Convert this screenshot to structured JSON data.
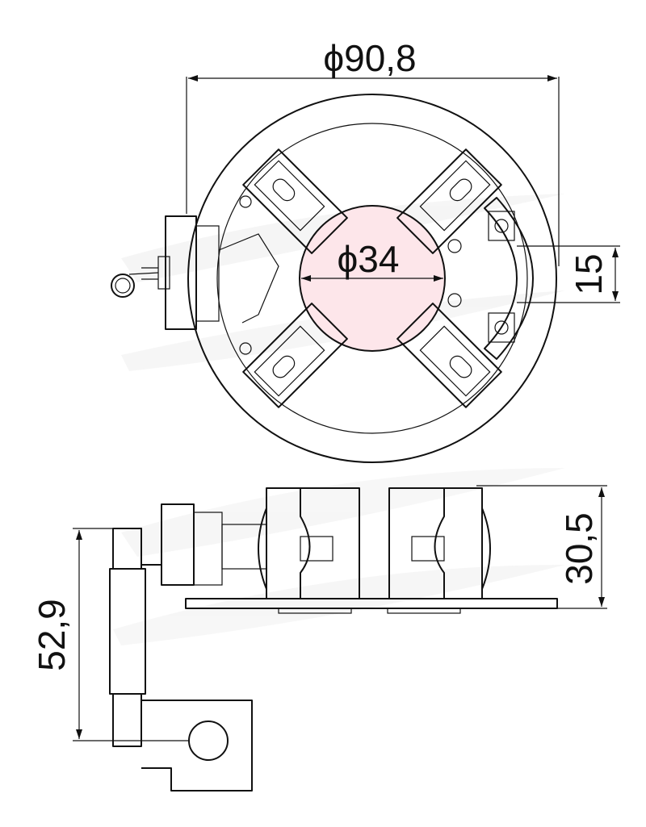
{
  "dimensions": {
    "outer_diameter": "ϕ90,8",
    "inner_diameter": "ϕ34",
    "offset": "15",
    "height": "30,5",
    "lead_length": "52,9"
  },
  "colors": {
    "line": "#111111",
    "highlight": "#fde6ea",
    "watermark": "#eeeeee",
    "background": "#ffffff"
  }
}
